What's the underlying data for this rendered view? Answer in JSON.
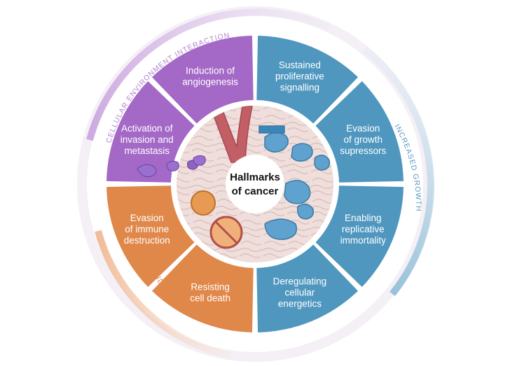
{
  "center": {
    "line1": "Hallmarks",
    "line2": "of cancer"
  },
  "ring_labels": {
    "top": "CELLULAR ENVIRONMENT INTERACTION",
    "right": "INCREASED GROWTH",
    "bottom": "AVOID DEATH"
  },
  "segments": [
    {
      "id": "sustained",
      "lines": [
        "Sustained",
        "proliferative",
        "signalling"
      ]
    },
    {
      "id": "evasion-growth",
      "lines": [
        "Evasion",
        "of growth",
        "supressors"
      ]
    },
    {
      "id": "replicative",
      "lines": [
        "Enabling",
        "replicative",
        "immortality"
      ]
    },
    {
      "id": "energetics",
      "lines": [
        "Deregulating",
        "cellular",
        "energetics"
      ]
    },
    {
      "id": "cell-death",
      "lines": [
        "Resisting",
        "cell death"
      ]
    },
    {
      "id": "immune",
      "lines": [
        "Evasion",
        "of immune",
        "destruction"
      ]
    },
    {
      "id": "invasion",
      "lines": [
        "Activation of",
        "invasion and",
        "metastasis"
      ]
    },
    {
      "id": "angiogenesis",
      "lines": [
        "Induction of",
        "angiogenesis"
      ]
    }
  ],
  "colors": {
    "purple": "#a468c7",
    "blue": "#4f97bf",
    "orange": "#e0874a",
    "purple_ring": "#b07cd2",
    "blue_ring": "#6fa8c8",
    "orange_ring": "#e3966a",
    "inner_bg": "#ecd9d6"
  }
}
